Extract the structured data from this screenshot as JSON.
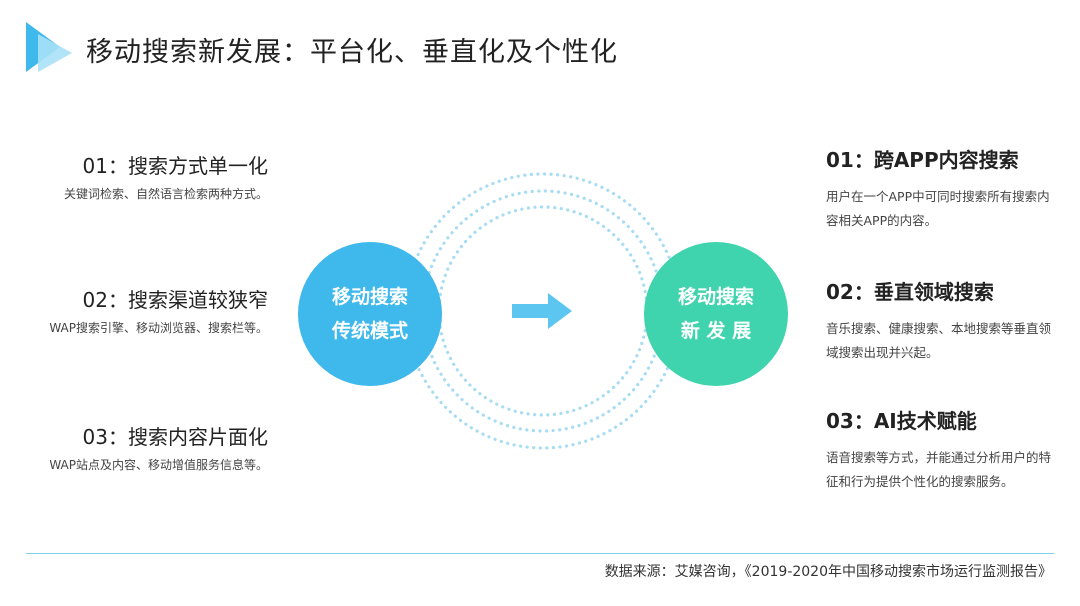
{
  "title": "移动搜索新发展：平台化、垂直化及个性化",
  "colors": {
    "accent_blue": "#3fb8ec",
    "accent_green": "#3fd4ae",
    "ring": "#a8dcf2"
  },
  "left_items": [
    {
      "title": "01：搜索方式单一化",
      "desc": "关键词检索、自然语言检索两种方式。"
    },
    {
      "title": "02：搜索渠道较狭窄",
      "desc": "WAP搜索引擎、移动浏览器、搜索栏等。"
    },
    {
      "title": "03：搜索内容片面化",
      "desc": "WAP站点及内容、移动增值服务信息等。"
    }
  ],
  "right_items": [
    {
      "title": "01：跨APP内容搜索",
      "desc": "用户在一个APP中可同时搜索所有搜索内容相关APP的内容。"
    },
    {
      "title": "02：垂直领域搜索",
      "desc": "音乐搜索、健康搜索、本地搜索等垂直领域搜索出现并兴起。"
    },
    {
      "title": "03：AI技术赋能",
      "desc": "语音搜索等方式，并能通过分析用户的特征和行为提供个性化的搜索服务。"
    }
  ],
  "center": {
    "left_line1": "移动搜索",
    "left_line2": "传统模式",
    "right_line1": "移动搜索",
    "right_line2": "新 发 展"
  },
  "source": "数据来源：艾媒咨询，《2019-2020年中国移动搜索市场运行监测报告》"
}
